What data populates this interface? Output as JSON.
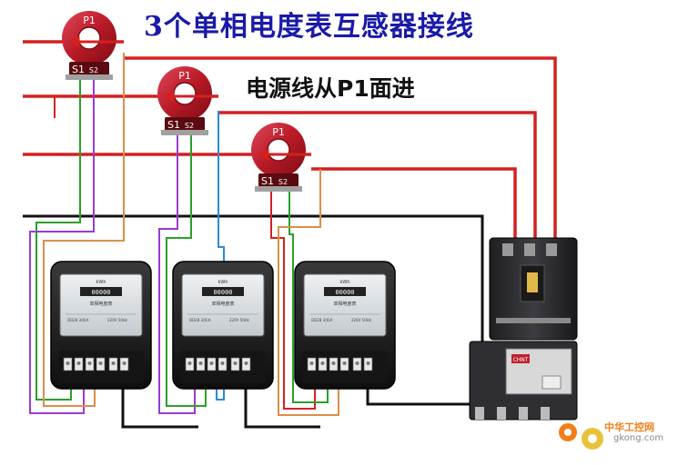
{
  "title": "3个单相电度表互感器接线",
  "subtitle": "电源线从P1面进",
  "ct_labels": {
    "p1": "P1",
    "s1": "S1",
    "s2": "S2"
  },
  "meter_face": {
    "unit": "kWh",
    "reading": "00000",
    "name": "单相电度表",
    "spec_left": "DD28 3(6)A",
    "spec_mid": "220V 50Hz"
  },
  "breaker_brand": "CHNT",
  "watermark": {
    "cn": "中华工控网",
    "en": "gkong.com"
  },
  "colors": {
    "ct": "#c8202a",
    "red_wire": "#d42020",
    "black_wire": "#111111",
    "meter_body": "#1c1c1c",
    "meter_face": "#d9dde0",
    "breaker_body": "#2a2a2e",
    "title": "#1a1aa8",
    "watermark": "#f07f1a"
  }
}
